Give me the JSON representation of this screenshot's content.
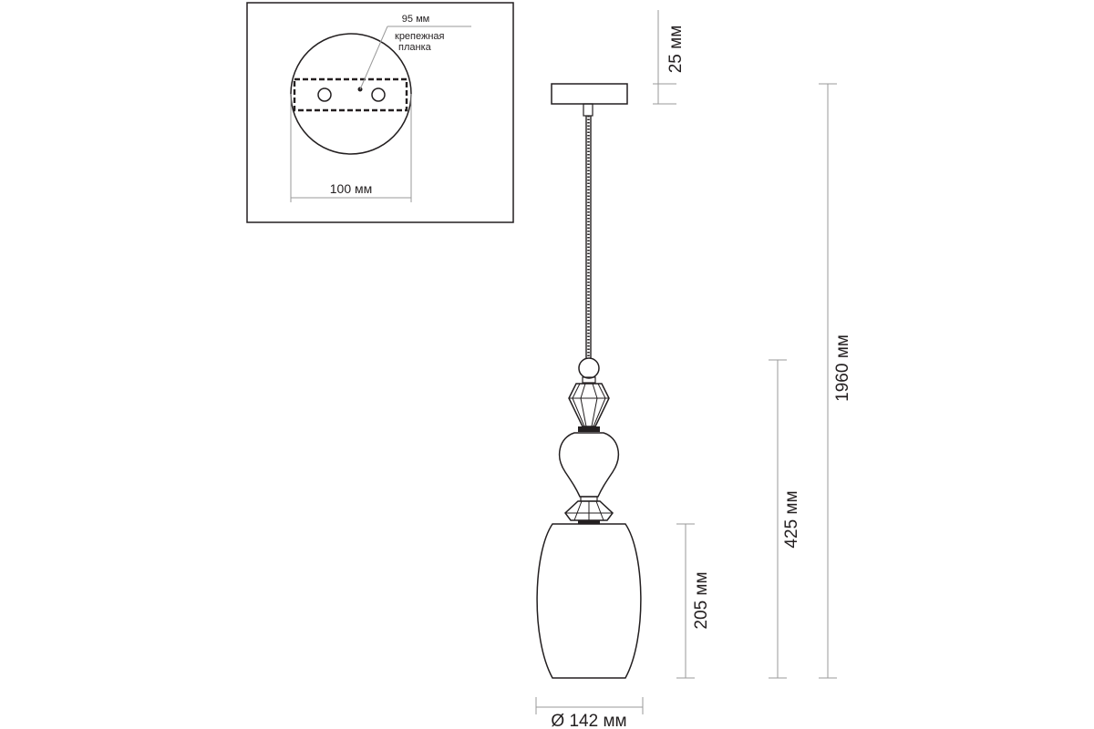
{
  "inset": {
    "bracket_width_label": "95 мм",
    "bracket_caption_line1": "крепежная",
    "bracket_caption_line2": "планка",
    "canopy_diameter_label": "100 мм"
  },
  "dimensions": {
    "canopy_height": "25 мм",
    "shade_height": "205 мм",
    "lamp_height": "425 мм",
    "total_height": "1960 мм",
    "shade_diameter": "Ø 142 мм"
  }
}
